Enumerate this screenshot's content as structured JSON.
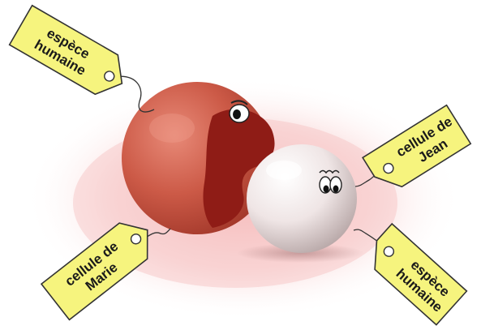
{
  "tags": {
    "top_left": {
      "line1": "espèce",
      "line2": "humaine"
    },
    "top_right": {
      "line1": "cellule de",
      "line2": "Jean"
    },
    "bottom_left": {
      "line1": "cellule de",
      "line2": "Marie"
    },
    "bottom_right": {
      "line1": "espèce",
      "line2": "humaine"
    }
  },
  "colors": {
    "tag_fill": "#f6f47e",
    "tag_border": "#333333",
    "red_cell": "#c95a48",
    "red_cell_dark": "#8f1c16",
    "white_cell": "#ede4e4",
    "glow": "#f7c8c8"
  }
}
